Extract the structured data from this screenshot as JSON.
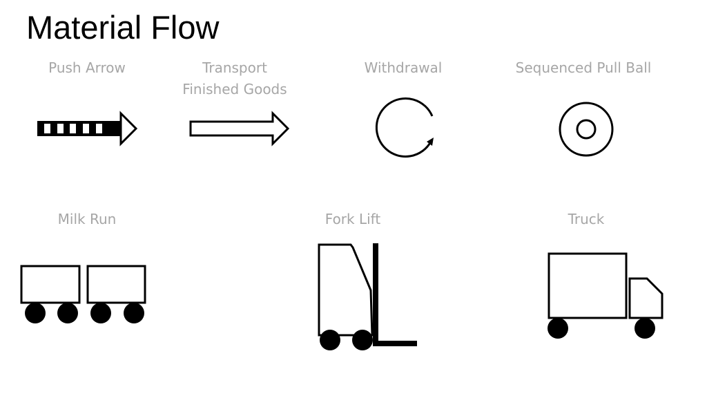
{
  "slide": {
    "title": "Material Flow",
    "symbols": [
      {
        "label": "Push Arrow",
        "icon": "push-arrow"
      },
      {
        "label_line1": "Transport",
        "label_line2": "Finished Goods",
        "icon": "transport-arrow"
      },
      {
        "label": "Withdrawal",
        "icon": "withdrawal-circular-arrow"
      },
      {
        "label": "Sequenced Pull Ball",
        "icon": "pull-ball"
      },
      {
        "label": "Milk Run",
        "icon": "milk-run-carts"
      },
      {
        "label": "Fork Lift",
        "icon": "forklift"
      },
      {
        "label": "Truck",
        "icon": "truck"
      }
    ]
  }
}
